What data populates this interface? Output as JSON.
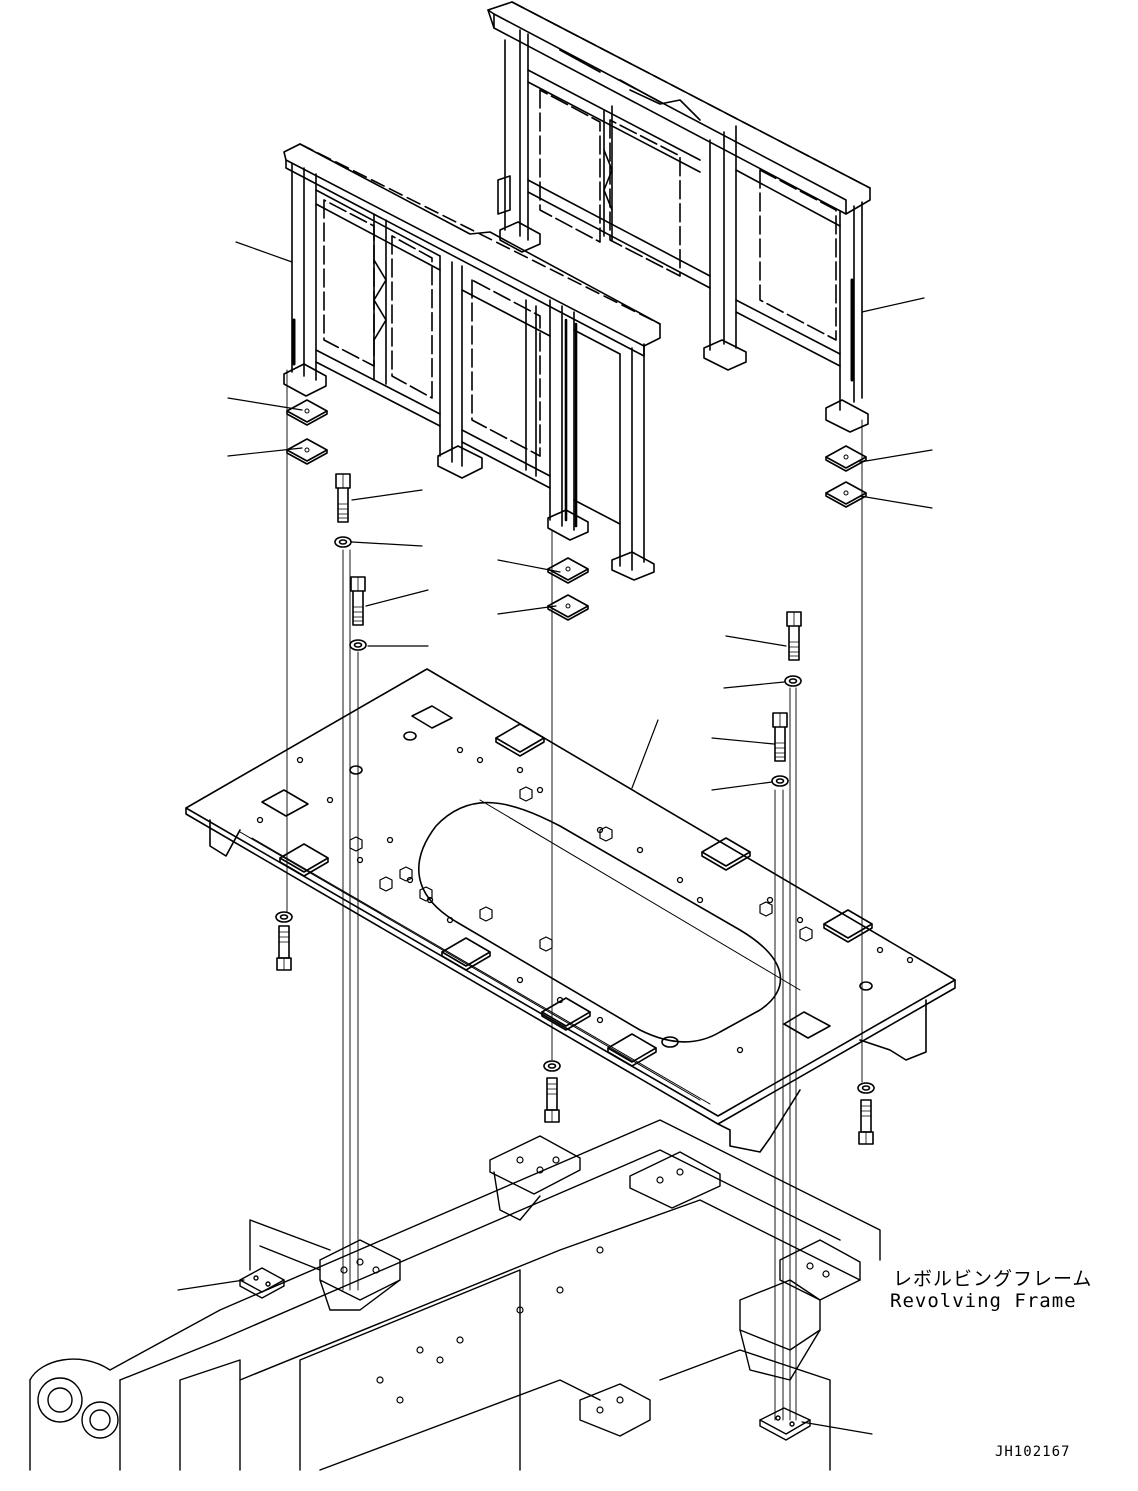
{
  "labels": {
    "part_name_jp": "レボルビングフレーム",
    "part_name_en": "Revolving Frame",
    "drawing_code": "JH102167"
  },
  "icons": {
    "bolt": "hex-bolt-icon",
    "washer": "washer-icon",
    "shim": "shim-plate-icon"
  },
  "colors": {
    "line": "#000000",
    "background": "#ffffff"
  }
}
